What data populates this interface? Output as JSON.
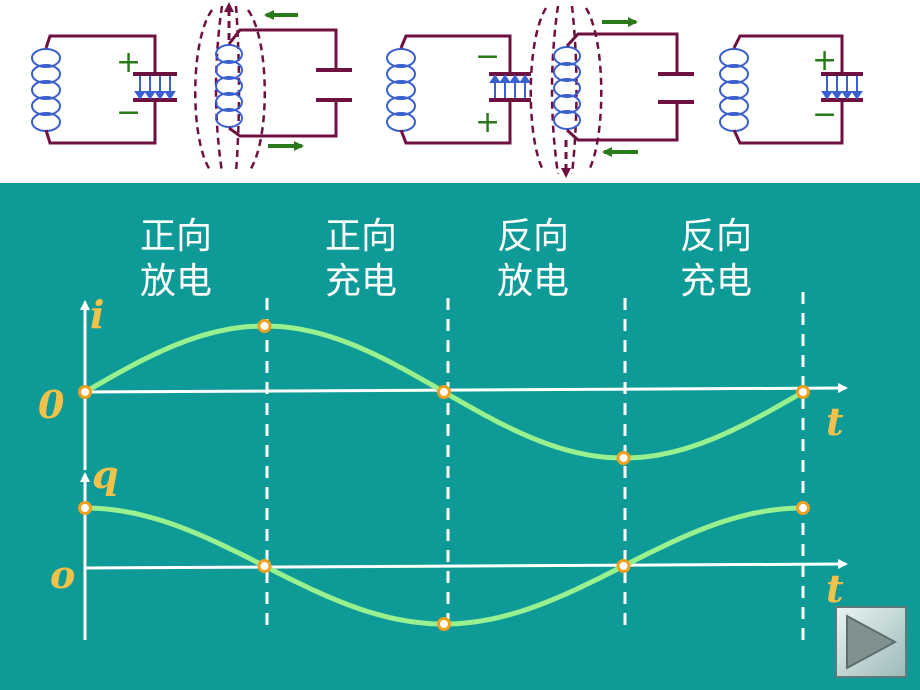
{
  "phases": [
    {
      "line1": "正向",
      "line2": "放电"
    },
    {
      "line1": "正向",
      "line2": "充电"
    },
    {
      "line1": "反向",
      "line2": "放电"
    },
    {
      "line1": "反向",
      "line2": "充电"
    }
  ],
  "current_graph": {
    "y_label": "i",
    "origin_label": "0",
    "x_label": "t"
  },
  "charge_graph": {
    "y_label": "q",
    "origin_label": "o",
    "x_label": "t"
  },
  "circuits": [
    {
      "top_sign": "+",
      "bottom_sign": "−",
      "field_direction": "down"
    },
    {
      "field_lines": true,
      "flux_direction": "up"
    },
    {
      "top_sign": "−",
      "bottom_sign": "+",
      "field_direction": "up"
    },
    {
      "field_lines": true,
      "flux_direction": "down"
    },
    {
      "top_sign": "+",
      "bottom_sign": "−",
      "field_direction": "down"
    }
  ],
  "colors": {
    "panel_bg": "#0e9a96",
    "curve": "#98f08e",
    "marker": "#f0a01e",
    "circuit_wire": "#6e1040",
    "coil": "#3a5fd0",
    "field_arrow": "#2a7a1c",
    "axis_label": "#f2c24a"
  },
  "icons": {
    "play": "play-icon"
  }
}
